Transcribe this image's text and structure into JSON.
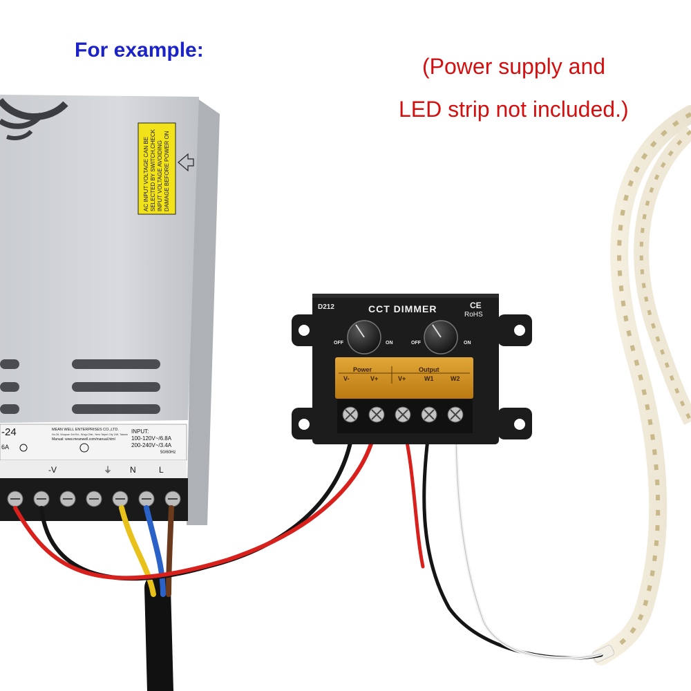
{
  "captions": {
    "example": "For example:",
    "note_line1": "(Power supply and",
    "note_line2": "LED strip not included.)"
  },
  "power_supply": {
    "warning_label_lines": [
      "AC INPUT VOLTAGE CAN BE",
      "SELECTED BY SWITCH,CHECK",
      "INPUT VOLTAGE AVOIDING",
      "DAMAGE BEFORE POWER ON"
    ],
    "model": "-24",
    "rating_fragment": "6A",
    "manufacturer": "MEAN WELL ENTERPRISES CO.,LTD.",
    "address": "No.28, Wuquan 3rd Rd., Wugu Dist., New Taipei City 248, Taiwan",
    "manual": "Manual: www.meanwell.com/manual.html",
    "input_title": "INPUT:",
    "input_line1": "100-120V~/6.8A",
    "input_line2": "200-240V~/3.4A",
    "input_freq": "50/60Hz",
    "terminal_neg": "-V",
    "terminal_n": "N",
    "terminal_l": "L"
  },
  "dimmer": {
    "model": "D212",
    "title": "CCT DIMMER",
    "ce": "CE",
    "rohs": "RoHS",
    "knob_off": "OFF",
    "knob_on": "ON",
    "section_power": "Power",
    "section_output": "Output",
    "terminals": [
      "V-",
      "V+",
      "V+",
      "W1",
      "W2"
    ]
  },
  "colors": {
    "caption_blue": "#1b23c8",
    "caption_red": "#d40f0f",
    "wire_red": "#d8201c",
    "wire_black": "#151515",
    "wire_yellow": "#e8c21a",
    "wire_blue": "#2a62c8",
    "wire_brown": "#6b3a1c",
    "dimmer_body": "#1c1c1c",
    "terminal_cover": "#e39a1a"
  }
}
